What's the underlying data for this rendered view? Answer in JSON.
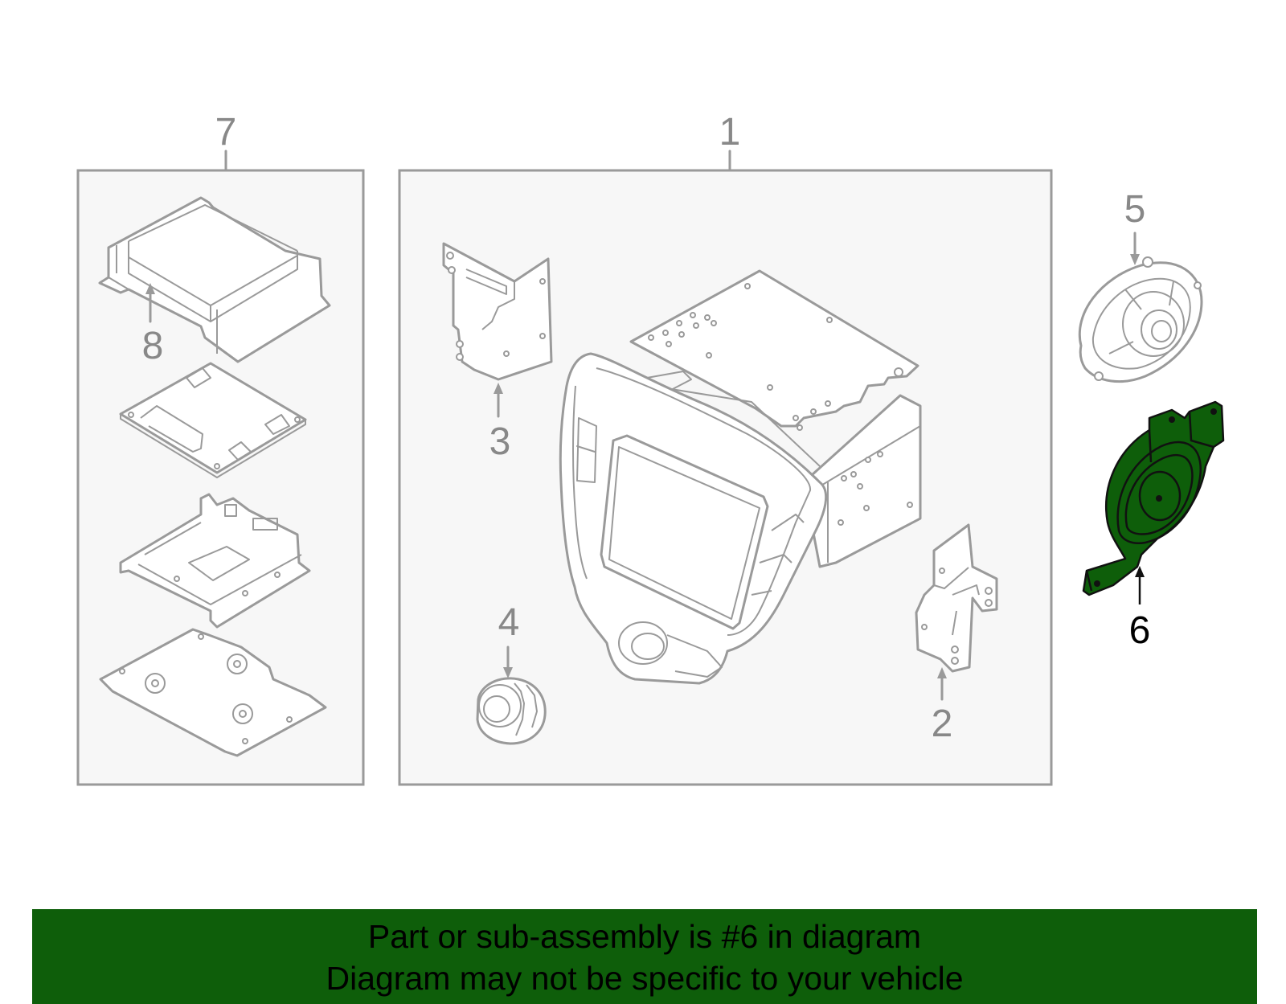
{
  "callouts": {
    "c1": "1",
    "c2": "2",
    "c3": "3",
    "c4": "4",
    "c5": "5",
    "c6": "6",
    "c7": "7",
    "c8": "8"
  },
  "highlight_part": "6",
  "colors": {
    "highlight": "#0e5e0a",
    "line": "#9a9a9a",
    "panel": "#f7f7f7"
  },
  "banner": {
    "line1": "Part or sub-assembly is #6 in diagram",
    "line2": "Diagram may not be specific to your vehicle"
  }
}
